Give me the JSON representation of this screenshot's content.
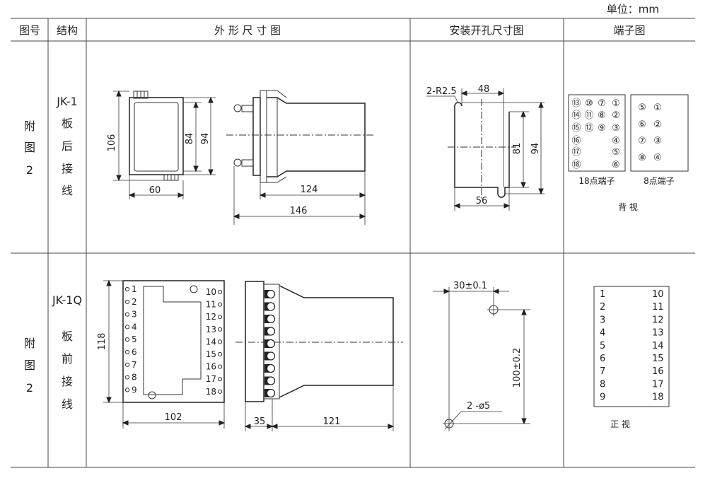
{
  "unit_label": "单位：mm",
  "headers": {
    "fig_no": "图号",
    "structure": "结构",
    "outline": "外 形 尺 寸 图",
    "cutout": "安装开孔尺寸图",
    "terminal": "端子图"
  },
  "row1": {
    "fig_no": [
      "附",
      "图",
      "2"
    ],
    "model": "JK-1",
    "structure": [
      "板",
      "后",
      "接",
      "线"
    ],
    "dims": {
      "front_height": "106",
      "front_width": "60",
      "inner_84": "84",
      "inner_94": "94",
      "side_124": "124",
      "side_146": "146",
      "cut_r": "2-R2.5",
      "cut_48": "48",
      "cut_81": "81",
      "cut_94": "94",
      "cut_56": "56"
    },
    "terminal18": {
      "rows": [
        [
          "⑬",
          "⑩",
          "⑦",
          "①"
        ],
        [
          "⑭",
          "⑪",
          "⑧",
          "②"
        ],
        [
          "⑮",
          "⑫",
          "⑨",
          "③"
        ],
        [
          "⑯",
          "",
          "",
          "④"
        ],
        [
          "⑰",
          "",
          "",
          "⑤"
        ],
        [
          "⑱",
          "",
          "",
          "⑥"
        ]
      ],
      "caption": "18点端子"
    },
    "terminal8": {
      "rows": [
        [
          "⑤",
          "①"
        ],
        [
          "⑥",
          "②"
        ],
        [
          "⑦",
          "③"
        ],
        [
          "⑧",
          "④"
        ]
      ],
      "caption": "8点端子"
    },
    "view_label": "背 视"
  },
  "row2": {
    "fig_no": [
      "附",
      "图",
      "2"
    ],
    "model": "JK-1Q",
    "structure": [
      "板",
      "前",
      "接",
      "线"
    ],
    "front_left_terms": [
      "1",
      "2",
      "3",
      "4",
      "5",
      "6",
      "7",
      "8",
      "9"
    ],
    "front_right_terms": [
      "10",
      "11",
      "12",
      "13",
      "14",
      "15",
      "16",
      "17",
      "18"
    ],
    "dims": {
      "height_118": "118",
      "width_102": "102",
      "depth_35": "35",
      "depth_121": "121",
      "cut_30": "30±0.1",
      "cut_100": "100±0.2",
      "cut_holes": "2 -ø5"
    },
    "terminal_left": [
      "1",
      "2",
      "3",
      "4",
      "5",
      "6",
      "7",
      "8",
      "9"
    ],
    "terminal_right": [
      "10",
      "11",
      "12",
      "13",
      "14",
      "15",
      "16",
      "17",
      "18"
    ],
    "view_label": "正 视"
  }
}
